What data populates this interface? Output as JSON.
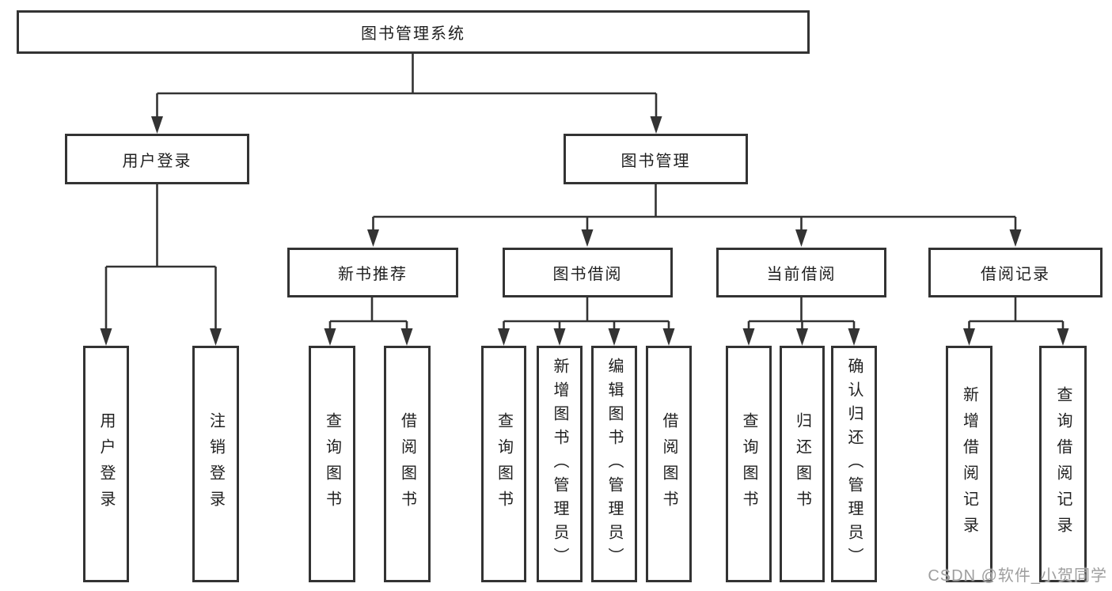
{
  "diagram": {
    "title": "图书管理系统",
    "root": {
      "label": "图书管理系统"
    },
    "branches": [
      {
        "label": "用户登录",
        "children": [
          {
            "label": "用户登录"
          },
          {
            "label": "注销登录"
          }
        ]
      },
      {
        "label": "图书管理",
        "children": [
          {
            "label": "新书推荐",
            "children": [
              {
                "label": "查询图书"
              },
              {
                "label": "借阅图书"
              }
            ]
          },
          {
            "label": "图书借阅",
            "children": [
              {
                "label": "查询图书"
              },
              {
                "label": "新增图书（管理员）"
              },
              {
                "label": "编辑图书（管理员）"
              },
              {
                "label": "借阅图书"
              }
            ]
          },
          {
            "label": "当前借阅",
            "children": [
              {
                "label": "查询图书"
              },
              {
                "label": "归还图书"
              },
              {
                "label": "确认归还（管理员）"
              }
            ]
          },
          {
            "label": "借阅记录",
            "children": [
              {
                "label": "新增借阅记录"
              },
              {
                "label": "查询借阅记录"
              }
            ]
          }
        ]
      }
    ]
  },
  "watermark": {
    "text": "CSDN @软件_小贺同学",
    "color": "#9e9e9e"
  },
  "colors": {
    "line": "#333333",
    "text": "#1f1f1f",
    "background": "#ffffff"
  }
}
